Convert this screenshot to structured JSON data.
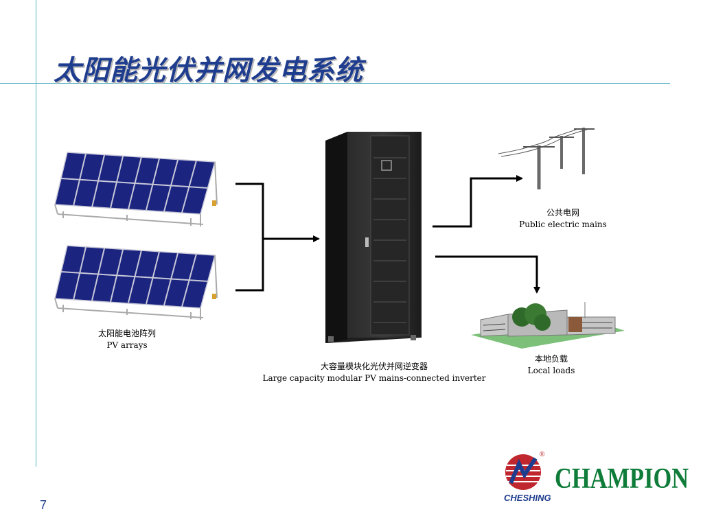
{
  "slide": {
    "title": "太阳能光伏并网发电系统",
    "page_number": "7"
  },
  "pv_arrays": {
    "label_cn": "太阳能电池阵列",
    "label_en": "PV arrays"
  },
  "inverter": {
    "label_cn": "大容量模块化光伏并网逆变器",
    "label_en": "Large capacity modular PV mains-connected inverter"
  },
  "grid": {
    "label_cn": "公共电网",
    "label_en": "Public electric mains"
  },
  "loads": {
    "label_cn": "本地负载",
    "label_en": "Local loads"
  },
  "logo": {
    "brand": "CHAMPION",
    "sub_brand": "CHESHING",
    "registered": "®",
    "brand_color": "#0f7c3a",
    "accent_color": "#c0262d"
  },
  "colors": {
    "title": "#1f3d8f",
    "guide_lines": "#5ab3c2",
    "panel_cells": "#1b2580"
  }
}
